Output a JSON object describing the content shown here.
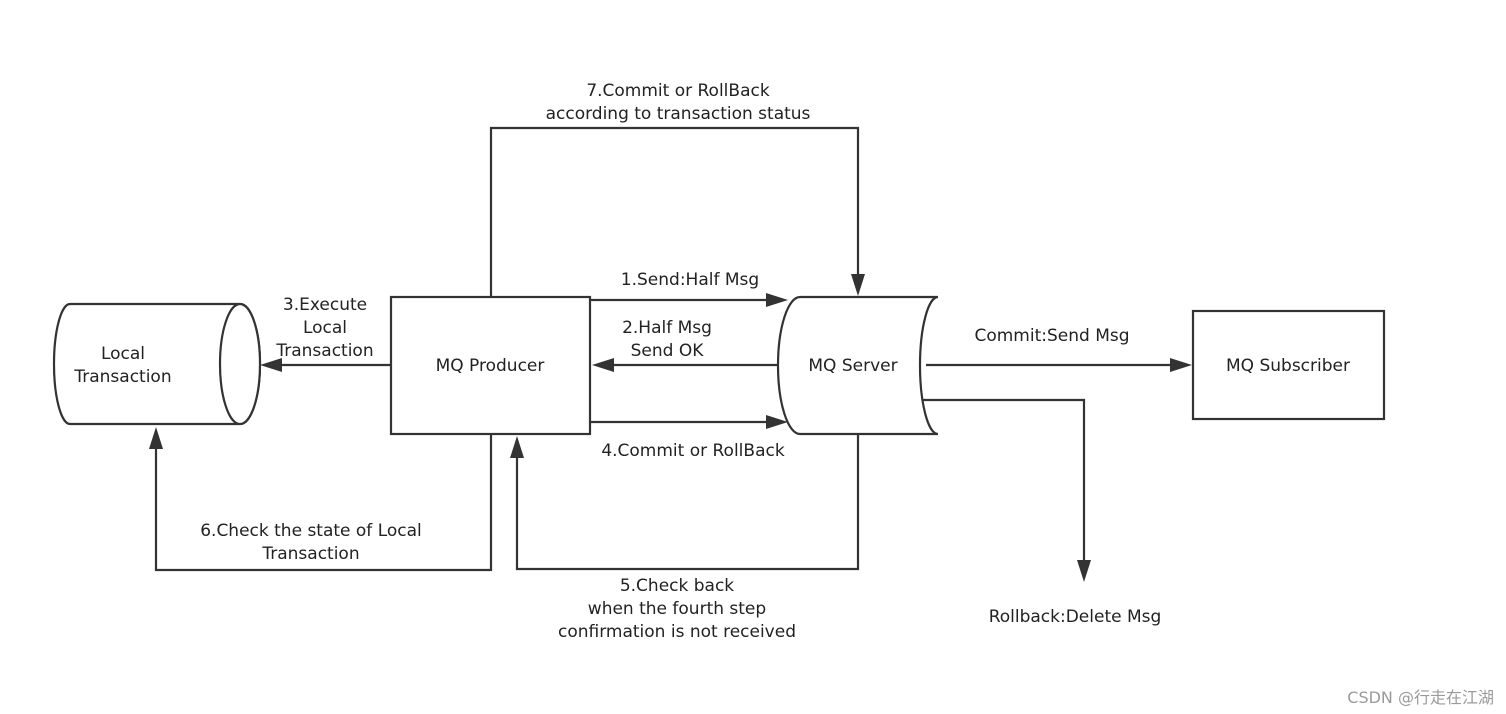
{
  "nodes": {
    "local_transaction": [
      "Local",
      "Transaction"
    ],
    "mq_producer": "MQ Producer",
    "mq_server": "MQ Server",
    "mq_subscriber": "MQ Subscriber"
  },
  "edges": {
    "step1": "1.Send:Half Msg",
    "step2": [
      "2.Half Msg",
      "Send OK"
    ],
    "step3": [
      "3.Execute",
      "Local",
      "Transaction"
    ],
    "step4": "4.Commit or RollBack",
    "step5": [
      "5.Check back",
      "when the fourth step",
      "confirmation is not received"
    ],
    "step6": [
      "6.Check the state of Local",
      "Transaction"
    ],
    "step7": [
      "7.Commit or RollBack",
      "according to transaction status"
    ],
    "commit": "Commit:Send Msg",
    "rollback": "Rollback:Delete Msg"
  },
  "watermark": "CSDN @行走在江湖"
}
